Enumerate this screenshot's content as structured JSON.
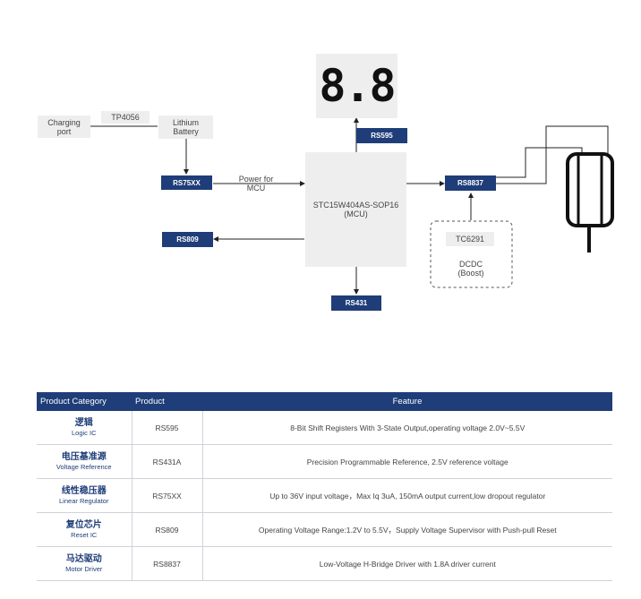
{
  "diagram": {
    "display": "8.8",
    "charging_port": "Charging\nport",
    "tp4056": "TP4056",
    "lithium_battery": "Lithium\nBattery",
    "rs75xx": "RS75XX",
    "power_for_mcu": "Power for\nMCU",
    "mcu": "STC15W404AS-SOP16\n(MCU)",
    "rs595": "RS595",
    "rs809": "RS809",
    "rs431": "RS431",
    "rs8837": "RS8837",
    "tc6291": "TC6291",
    "dcdc": "DCDC\n(Boost)"
  },
  "table": {
    "headers": [
      "Product Category",
      "Product",
      "Feature"
    ],
    "rows": [
      {
        "cat_cn": "逻辑",
        "cat_en": "Logic IC",
        "product": "RS595",
        "feature": "8-Bit Shift Registers With 3-State Output,operating voltage 2.0V~5.5V"
      },
      {
        "cat_cn": "电压基准源",
        "cat_en": "Voltage Reference",
        "product": "RS431A",
        "feature": "Precision Programmable Reference, 2.5V reference voltage"
      },
      {
        "cat_cn": "线性稳压器",
        "cat_en": "Linear Regulator",
        "product": "RS75XX",
        "feature": "Up to 36V input voltage，Max Iq 3uA, 150mA output current,low dropout regulator"
      },
      {
        "cat_cn": "复位芯片",
        "cat_en": "Reset IC",
        "product": "RS809",
        "feature": "Operating Voltage Range:1.2V to 5.5V，Supply Voltage Supervisor with Push-pull Reset"
      },
      {
        "cat_cn": "马达驱动",
        "cat_en": "Motor Driver",
        "product": "RS8837",
        "feature": "Low-Voltage H-Bridge Driver with 1.8A driver current"
      }
    ]
  },
  "colors": {
    "accent": "#1f3d78",
    "box_gray": "#eeeeee",
    "line": "#222222"
  }
}
